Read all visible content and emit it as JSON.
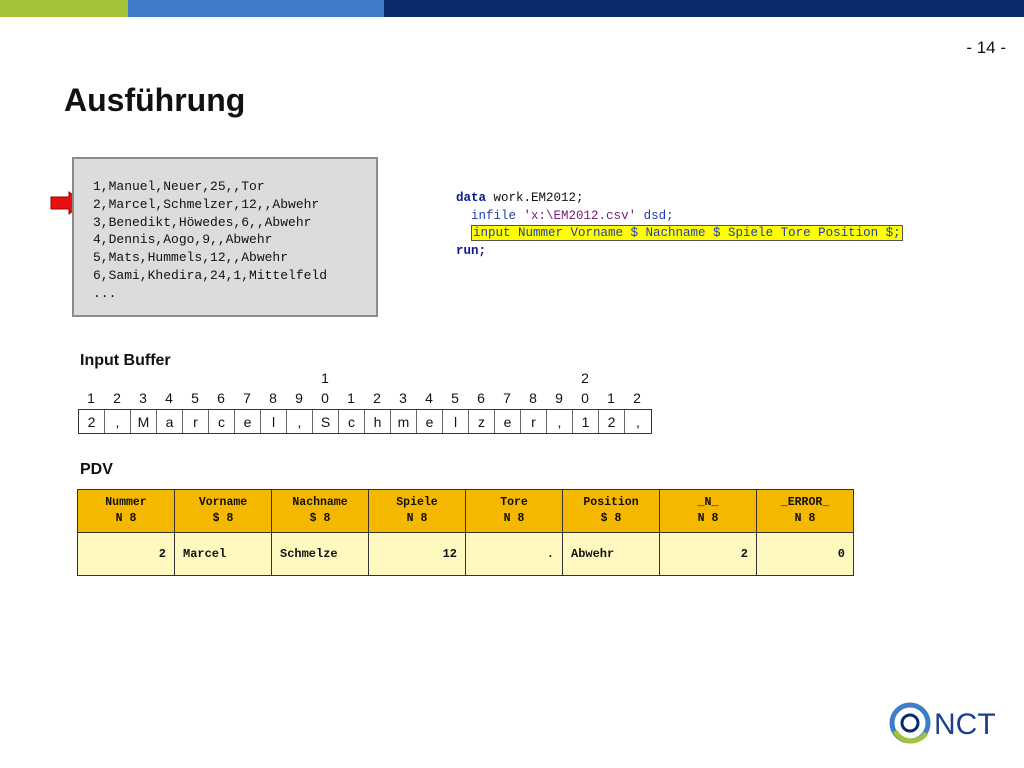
{
  "page_number": "- 14 -",
  "title": "Ausführung",
  "csv_lines": [
    "1,Manuel,Neuer,25,,Tor",
    "2,Marcel,Schmelzer,12,,Abwehr",
    "3,Benedikt,Höwedes,6,,Abwehr",
    "4,Dennis,Aogo,9,,Abwehr",
    "5,Mats,Hummels,12,,Abwehr",
    "6,Sami,Khedira,24,1,Mittelfeld",
    "..."
  ],
  "code": {
    "line1_kw": "data",
    "line1_rest": " work.EM2012;",
    "line2_indent": "  ",
    "line2_kw": "infile",
    "line2_str": "'x:\\EM2012.csv'",
    "line2_rest": " dsd;",
    "line3": "input Nummer Vorname $ Nachname $ Spiele Tore Position $;",
    "line4_kw": "run;"
  },
  "input_buffer": {
    "label": "Input Buffer",
    "tens": [
      "1",
      "2"
    ],
    "units": [
      "1",
      "2",
      "3",
      "4",
      "5",
      "6",
      "7",
      "8",
      "9",
      "0",
      "1",
      "2",
      "3",
      "4",
      "5",
      "6",
      "7",
      "8",
      "9",
      "0",
      "1",
      "2"
    ],
    "cells": [
      "2",
      ",",
      "M",
      "a",
      "r",
      "c",
      "e",
      "l",
      ",",
      "S",
      "c",
      "h",
      "m",
      "e",
      "l",
      "z",
      "e",
      "r",
      ",",
      "1",
      "2",
      ","
    ]
  },
  "pdv": {
    "label": "PDV",
    "columns": [
      {
        "name": "Nummer",
        "type": "N 8"
      },
      {
        "name": "Vorname",
        "type": "$ 8"
      },
      {
        "name": "Nachname",
        "type": "$ 8"
      },
      {
        "name": "Spiele",
        "type": "N 8"
      },
      {
        "name": "Tore",
        "type": "N 8"
      },
      {
        "name": "Position",
        "type": "$ 8"
      },
      {
        "name": "_N_",
        "type": "N 8"
      },
      {
        "name": "_ERROR_",
        "type": "N 8"
      }
    ],
    "values": [
      "2",
      "Marcel",
      "Schmelze",
      "12",
      ".",
      "Abwehr",
      "2",
      "0"
    ]
  },
  "logo_text": "NCT",
  "colors": {
    "bar_green": "#a3c23a",
    "bar_blue": "#3f7dc8",
    "bar_navy": "#0a2a6b",
    "pdv_header": "#f5b800",
    "pdv_row": "#fff9c0",
    "highlight": "#ffff00",
    "arrow": "#e81010"
  }
}
